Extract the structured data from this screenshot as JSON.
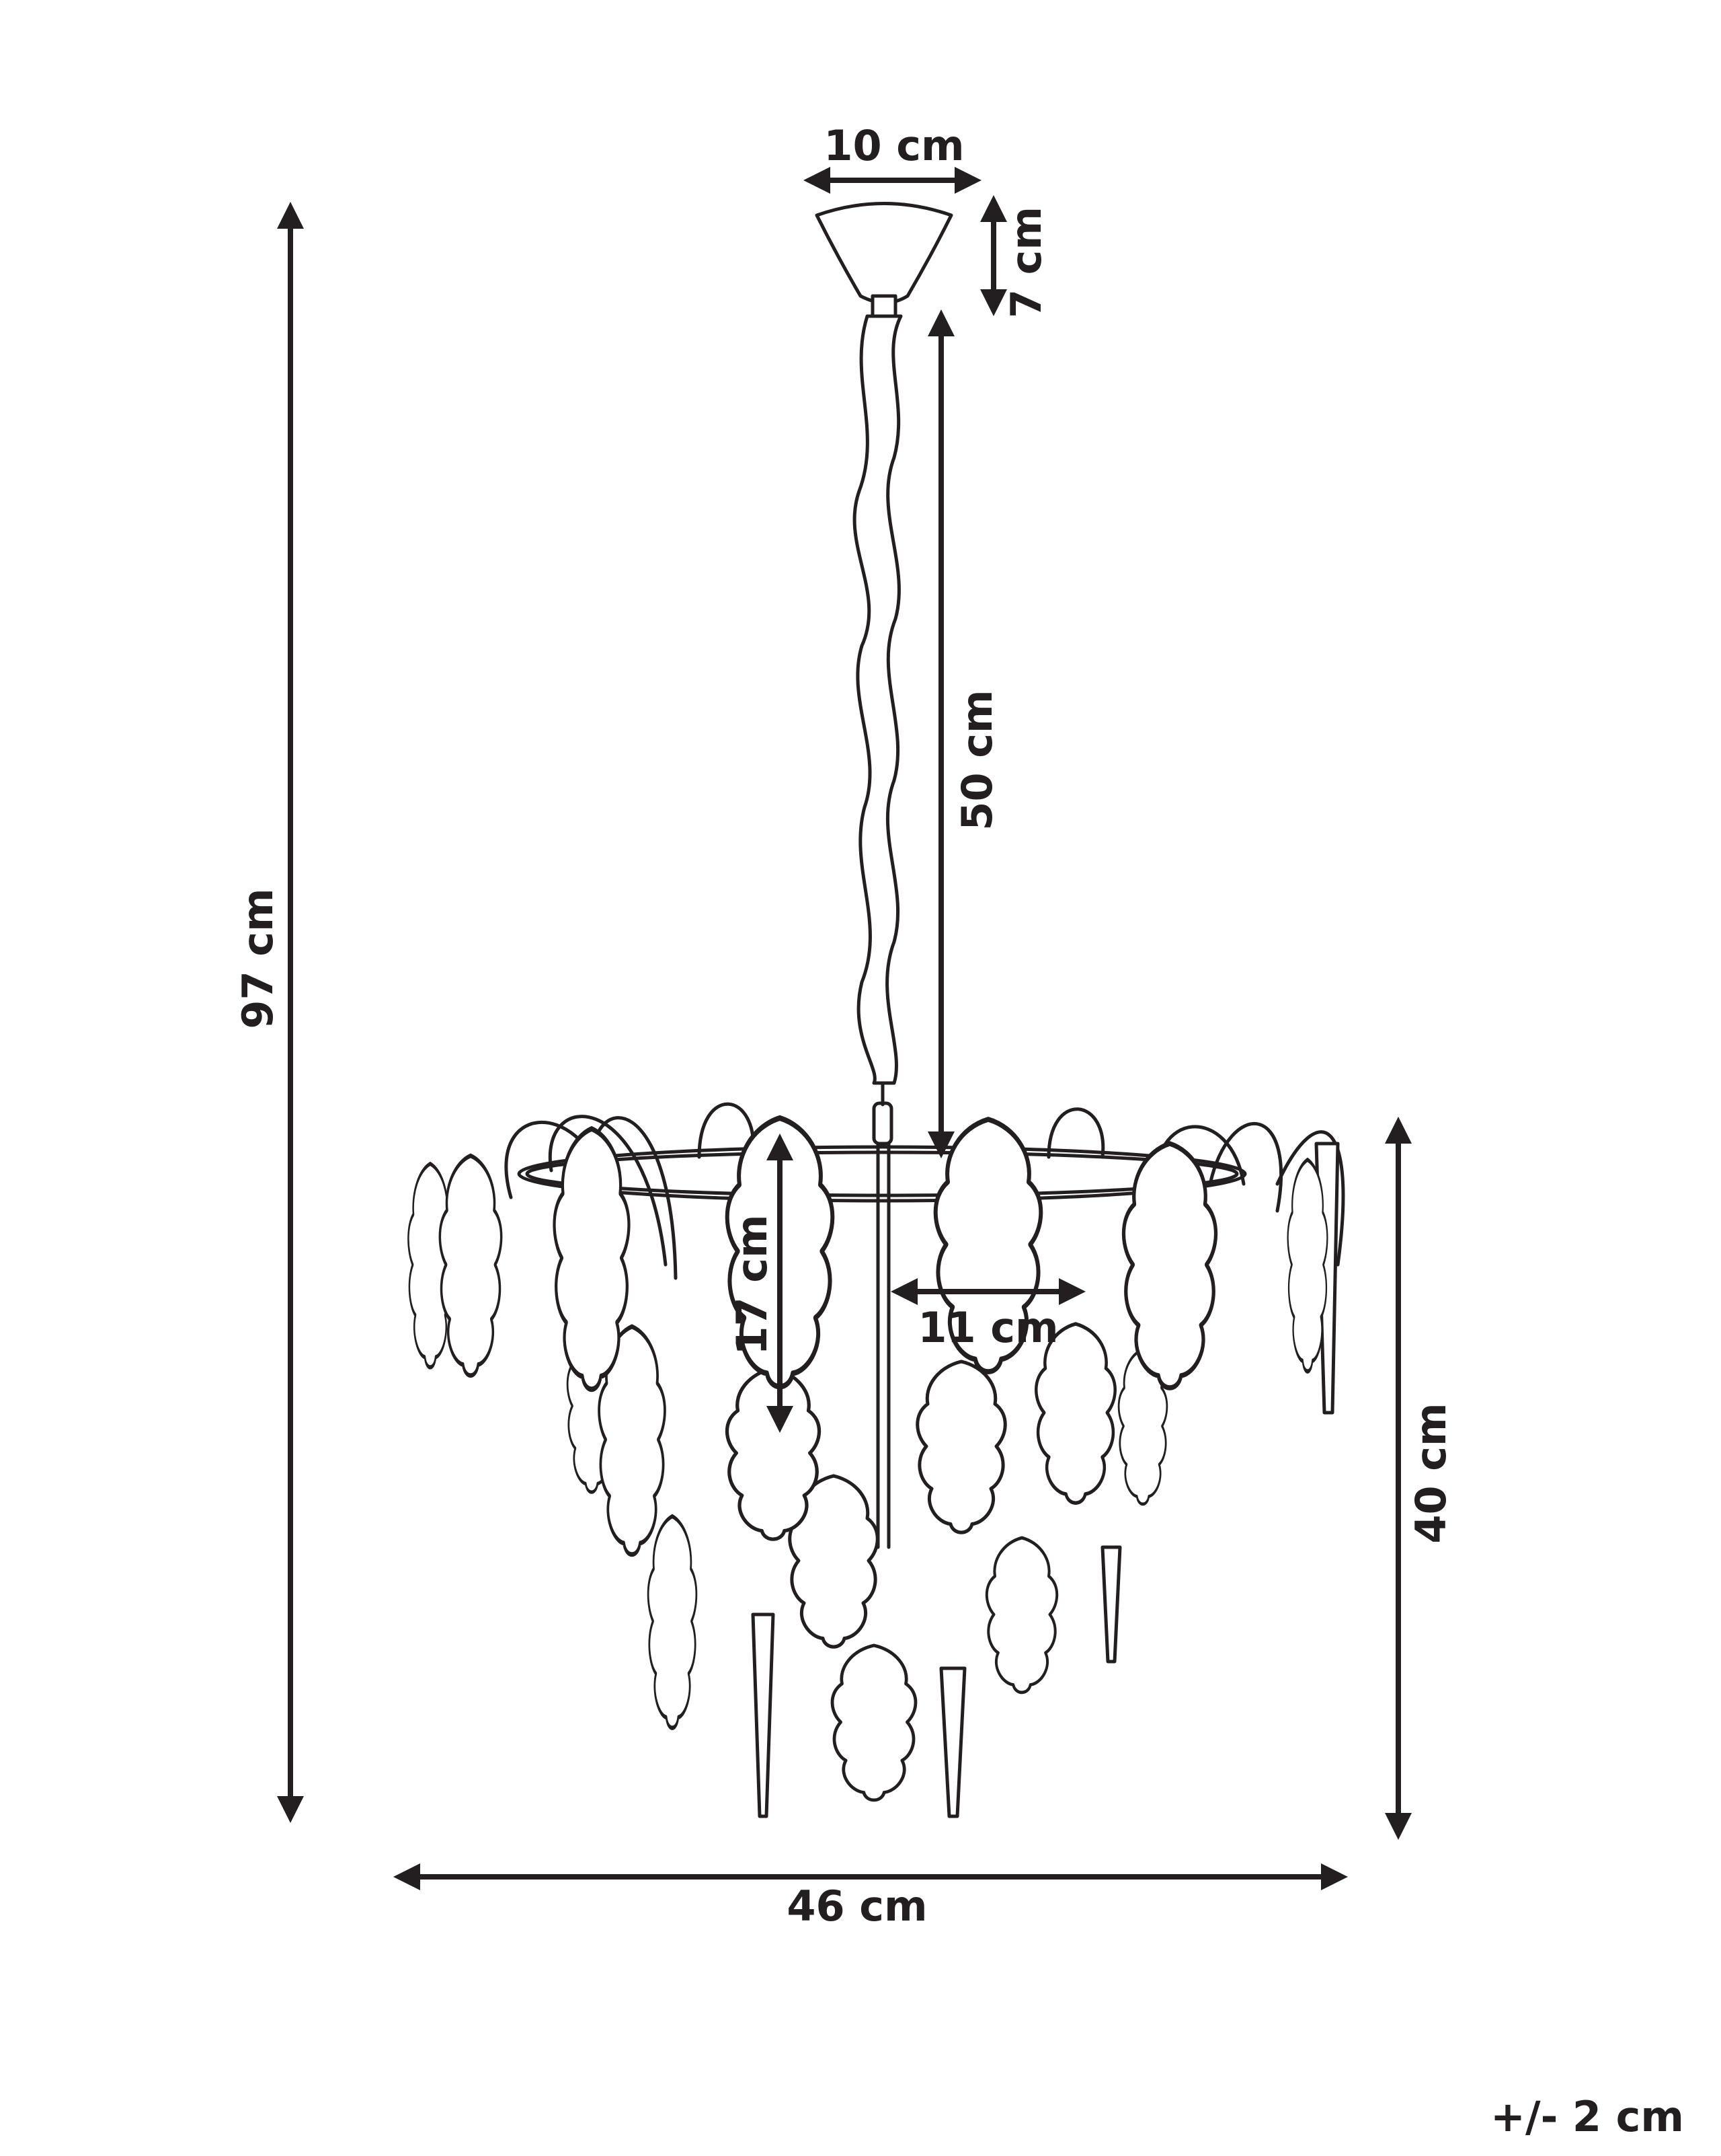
{
  "diagram": {
    "subject": "chandelier-dimension-drawing",
    "line_color": "#231f20",
    "background_color": "#ffffff"
  },
  "dimensions": {
    "canopy_width": "10 cm",
    "canopy_height": "7 cm",
    "chain_length": "50 cm",
    "total_height": "97 cm",
    "body_height": "40 cm",
    "body_width": "46 cm",
    "leaf_height": "17 cm",
    "leaf_width": "11 cm"
  },
  "tolerance": "+/- 2 cm"
}
